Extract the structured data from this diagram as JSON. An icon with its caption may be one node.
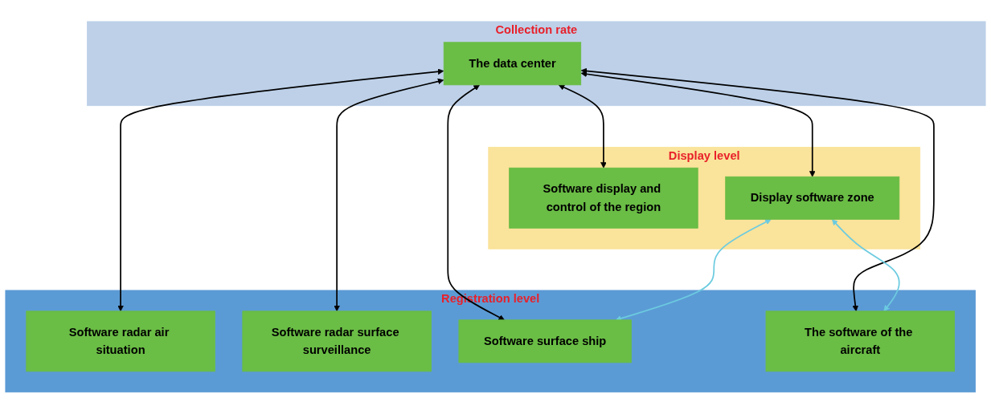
{
  "diagram": {
    "nodes": [
      {
        "text": [
          "Display level"
        ]
      },
      {
        "text": [
          "Software display and control of the region"
        ],
        "in": 0
      },
      {
        "text": [
          "Display software zone"
        ],
        "in": 0
      },
      {
        "text": [
          "Collection rate"
        ]
      },
      {
        "text": [
          "The data center"
        ],
        "in": 3
      },
      {
        "text": [
          "Registration level"
        ]
      },
      {
        "text": [
          "Software radar air situation"
        ],
        "in": 5
      },
      {
        "text": [
          "Software radar surface surveillance"
        ],
        "in": 5
      },
      {
        "text": [
          "Software surface ship"
        ],
        "in": 5
      },
      {
        "text": [
          "The software of the aircraft"
        ],
        "in": 5
      }
    ],
    "edges": [
      {
        "from": 4,
        "to": 1,
        "arrow": "both"
      },
      {
        "from": 4,
        "to": 2,
        "arrow": "both"
      },
      {
        "from": 4,
        "to": 6,
        "arrow": "both"
      },
      {
        "from": 4,
        "to": 7,
        "arrow": "both"
      },
      {
        "from": 4,
        "to": 8,
        "arrow": "both"
      },
      {
        "from": 4,
        "to": 9,
        "arrow": "both"
      },
      {
        "from": 2,
        "to": 8,
        "arrow": "both",
        "color": "#6ccbe0"
      },
      {
        "from": 2,
        "to": 9,
        "arrow": "both",
        "color": "#6ccbe0"
      }
    ]
  }
}
